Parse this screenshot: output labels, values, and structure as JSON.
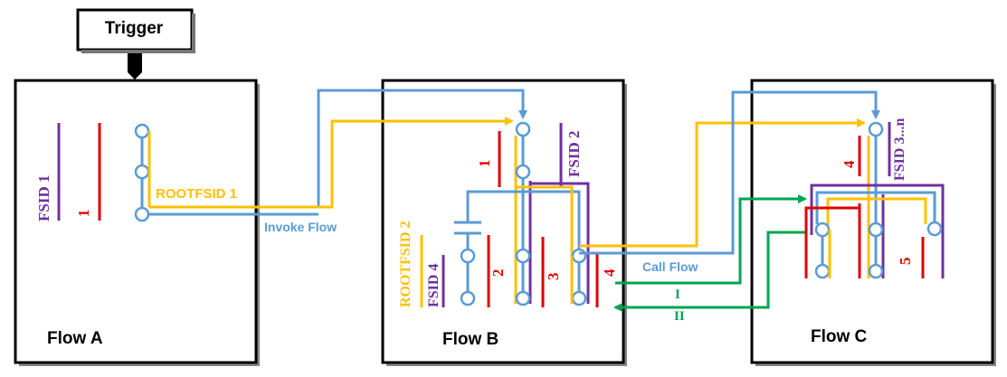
{
  "trigger": {
    "label": "Trigger"
  },
  "flows": {
    "a": {
      "title": "Flow A"
    },
    "b": {
      "title": "Flow B"
    },
    "c": {
      "title": "Flow C"
    }
  },
  "labels": {
    "fsid_1": "FSID 1",
    "num_1_a": "1",
    "rootfsid_1": "ROOTFSID 1",
    "invoke_flow": "Invoke Flow",
    "num_1_b": "1",
    "fsid_2": "FSID 2",
    "rootfsid_2": "ROOTFSID 2",
    "fsid_4": "FSID 4",
    "num_2": "2",
    "num_3": "3",
    "num_4": "4",
    "call_flow": "Call Flow",
    "roman_1": "I",
    "roman_2": "II",
    "num_4_c": "4",
    "fsid_3n": "FSID 3...n",
    "num_5": "5"
  },
  "colors": {
    "blue": "#5B9BD5",
    "yellow": "#FFC000",
    "purple": "#7030A0",
    "red": "#E00000",
    "green": "#00A550",
    "frame": "#000000"
  }
}
